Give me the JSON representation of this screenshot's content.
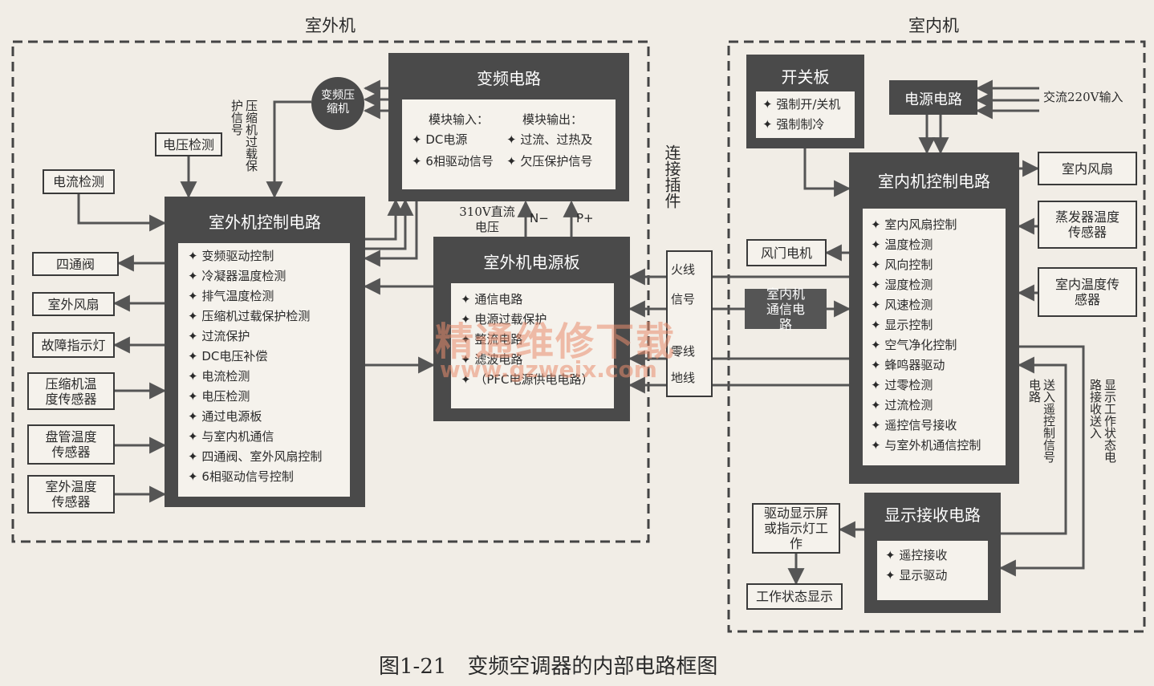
{
  "regions": {
    "outdoor": "室外机",
    "indoor": "室内机"
  },
  "inverter": {
    "title": "变频电路",
    "in_head": "模块输入：",
    "in_items": [
      "DC电源",
      "6相驱动信号"
    ],
    "out_head": "模块输出：",
    "out_items": [
      "过流、过热及",
      "欠压保护信号"
    ]
  },
  "compressor": "变频压缩机",
  "compressor_signal": "压缩机过载保护信号",
  "outdoor_ctrl": {
    "title": "室外机控制电路",
    "items": [
      "变频驱动控制",
      "冷凝器温度检测",
      "排气温度检测",
      "压缩机过载保护检测",
      "过流保护",
      "DC电压补偿",
      "电流检测",
      "电压检测",
      "通过电源板",
      "与室内机通信",
      "四通阀、室外风扇控制",
      "6相驱动信号控制"
    ]
  },
  "outdoor_power": {
    "title": "室外机电源板",
    "items": [
      "通信电路",
      "电源过载保护",
      "整流电路",
      "滤波电路",
      "（PFC电源供电电路）"
    ]
  },
  "dc_label": "310V直流电压",
  "n_label": "N−",
  "p_label": "P+",
  "left_boxes": {
    "voltage": "电压检测",
    "current": "电流检测",
    "valve": "四通阀",
    "fan": "室外风扇",
    "fault": "故障指示灯",
    "comp_temp": "压缩机温度传感器",
    "coil_temp": "盘管温度传感器",
    "outdoor_temp": "室外温度传感器"
  },
  "connector": {
    "label": "连接插件",
    "lines": [
      "火线",
      "信号",
      "零线",
      "地线"
    ]
  },
  "switch_board": {
    "title": "开关板",
    "items": [
      "强制开/关机",
      "强制制冷"
    ]
  },
  "power_circuit": "电源电路",
  "ac_input": "交流220V输入",
  "indoor_ctrl": {
    "title": "室内机控制电路",
    "items": [
      "室内风扇控制",
      "温度检测",
      "风向控制",
      "湿度检测",
      "风速检测",
      "显示控制",
      "空气净化控制",
      "蜂鸣器驱动",
      "过零检测",
      "过流检测",
      "遥控信号接收",
      "与室外机通信控制"
    ]
  },
  "right_boxes": {
    "indoor_fan": "室内风扇",
    "evap_temp": "蒸发器温度传感器",
    "indoor_temp": "室内温度传感器",
    "damper": "风门电机",
    "comm": "室内机通信电路",
    "drive_display": "驱动显示屏或指示灯工作",
    "status_display": "工作状态显示"
  },
  "display_recv": {
    "title": "显示接收电路",
    "items": [
      "遥控接收",
      "显示驱动"
    ]
  },
  "remote_signal": "送入遥控制信号电路",
  "status_signal": "显示工作状态电路接收送入",
  "watermark": {
    "cn": "精通维修下载",
    "url": "www.gzweix.com"
  },
  "caption": "图1-21　变频空调器的内部电路框图"
}
